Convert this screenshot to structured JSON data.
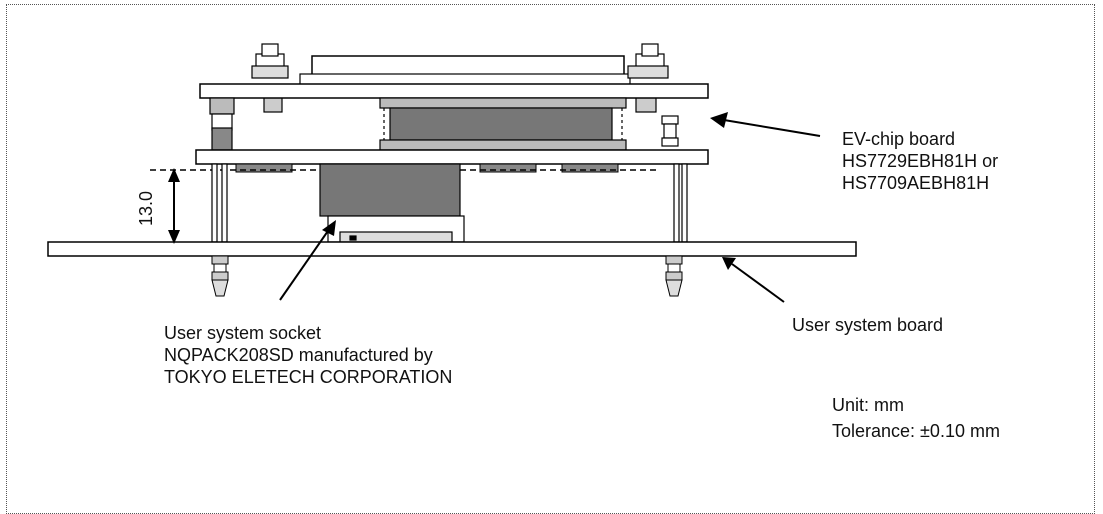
{
  "labels": {
    "ev_chip_board": [
      "EV-chip board",
      "HS7729EBH81H or",
      "HS7709AEBH81H"
    ],
    "user_socket": [
      "User system socket",
      "NQPACK208SD manufactured by",
      "TOKYO ELETECH CORPORATION"
    ],
    "user_board": "User system board",
    "dimension": "13.0",
    "unit": "Unit: mm",
    "tolerance": "Tolerance: ±0.10 mm"
  }
}
